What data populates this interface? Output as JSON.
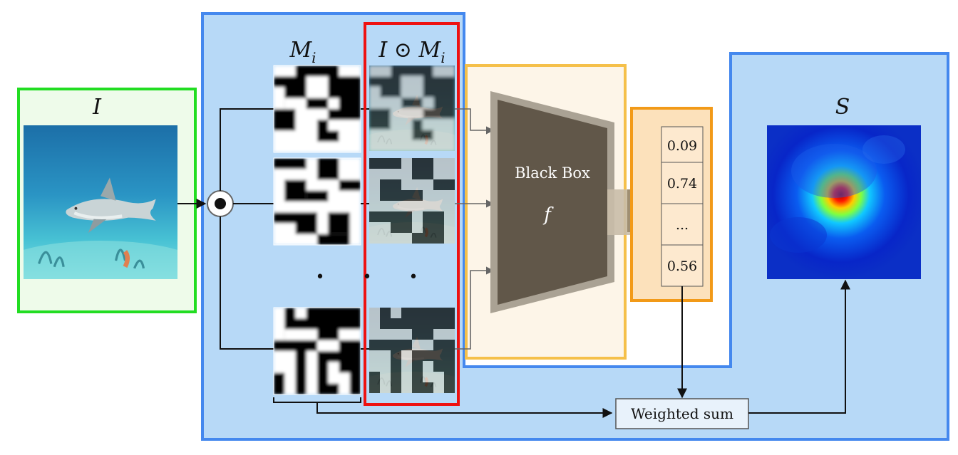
{
  "input_label": "I",
  "mask_label_base": "M",
  "mask_label_sub": "i",
  "masked_label_prefix": "I ⊙ M",
  "masked_label_sub": "i",
  "operator_symbol": "⊙",
  "black_box": {
    "title": "Black Box",
    "fn": "f"
  },
  "scores": [
    "0.09",
    "0.74",
    "...",
    "0.56"
  ],
  "weighted_sum": "Weighted sum",
  "saliency_label": "S",
  "ellipsis_dots": [
    "•",
    "•",
    "•"
  ],
  "colors": {
    "input_frame": "#22dd22",
    "blue_frame": "#4488ee",
    "blue_fill": "#b7d9f7",
    "red_frame": "#ee1111",
    "bb_frame": "#f5c04a",
    "bb_fill": "#fdf5e8",
    "scores_frame": "#f29a18",
    "scores_fill": "#fce1bb",
    "model_dark": "#615749",
    "model_light": "#aaa294"
  },
  "icons": {
    "shark_photo": "shark-photo",
    "masks": "binary-mask",
    "heatmap": "saliency-heatmap"
  }
}
